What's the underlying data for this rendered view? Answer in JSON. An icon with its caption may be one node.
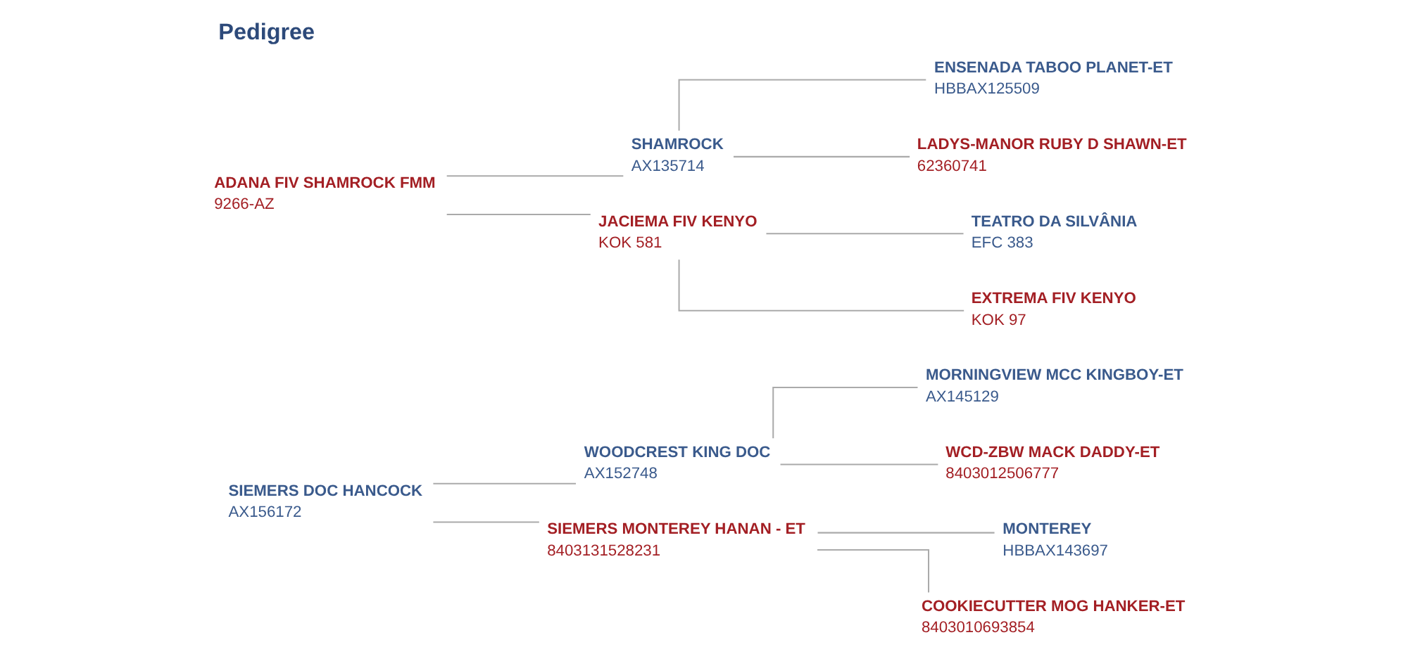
{
  "diagram": {
    "title": "Pedigree",
    "nodes": [
      {
        "text": [
          "SIEMERS DOC HANCOCK",
          "AX156172"
        ]
      },
      {
        "text": [
          "WOODCREST KING DOC",
          "AX152748"
        ]
      },
      {
        "text": [
          "MORNINGVIEW MCC KINGBOY-ET",
          "AX145129"
        ]
      },
      {
        "text": [
          "WCD-ZBW MACK DADDY-ET",
          "8403012506777"
        ]
      },
      {
        "text": [
          "SIEMERS MONTEREY HANAN - ET",
          "8403131528231"
        ]
      },
      {
        "text": [
          "MONTEREY",
          "HBBAX143697"
        ]
      },
      {
        "text": [
          "COOKIECUTTER MOG HANKER-ET",
          "8403010693854"
        ]
      },
      {
        "text": [
          "ADANA FIV SHAMROCK FMM",
          "9266-AZ"
        ]
      },
      {
        "text": [
          "SHAMROCK",
          "AX135714"
        ]
      },
      {
        "text": [
          "ENSENADA TABOO PLANET-ET",
          "HBBAX125509"
        ]
      },
      {
        "text": [
          "LADYS-MANOR RUBY D SHAWN-ET",
          "62360741"
        ]
      },
      {
        "text": [
          "JACIEMA FIV KENYO",
          "KOK 581"
        ]
      },
      {
        "text": [
          "TEATRO DA SILVÂNIA",
          "EFC 383"
        ]
      },
      {
        "text": [
          "EXTREMA FIV KENYO",
          "KOK 97"
        ]
      }
    ],
    "edges": [
      {
        "from": 0,
        "to": 1,
        "arrow": "none"
      },
      {
        "from": 0,
        "to": 4,
        "arrow": "none"
      },
      {
        "from": 1,
        "to": 2,
        "arrow": "none"
      },
      {
        "from": 1,
        "to": 3,
        "arrow": "none"
      },
      {
        "from": 4,
        "to": 5,
        "arrow": "none"
      },
      {
        "from": 4,
        "to": 6,
        "arrow": "none"
      },
      {
        "from": 7,
        "to": 8,
        "arrow": "none"
      },
      {
        "from": 7,
        "to": 11,
        "arrow": "none"
      },
      {
        "from": 8,
        "to": 9,
        "arrow": "none"
      },
      {
        "from": 8,
        "to": 10,
        "arrow": "none"
      },
      {
        "from": 11,
        "to": 12,
        "arrow": "none"
      },
      {
        "from": 11,
        "to": 13,
        "arrow": "none"
      }
    ]
  }
}
